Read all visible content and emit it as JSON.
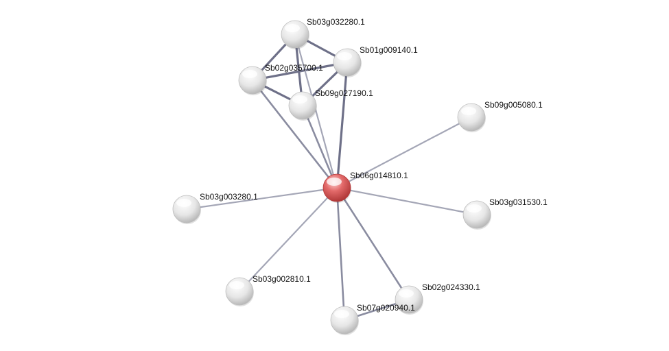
{
  "network": {
    "nodes": [
      {
        "id": "center",
        "label": "Sb06g014810.1",
        "highlight": true
      },
      {
        "id": "n1",
        "label": "Sb03g032280.1"
      },
      {
        "id": "n2",
        "label": "Sb01g009140.1"
      },
      {
        "id": "n3",
        "label": "Sb02g035700.1"
      },
      {
        "id": "n4",
        "label": "Sb09g027190.1"
      },
      {
        "id": "n5",
        "label": "Sb09g005080.1"
      },
      {
        "id": "n6",
        "label": "Sb03g003280.1"
      },
      {
        "id": "n7",
        "label": "Sb03g031530.1"
      },
      {
        "id": "n8",
        "label": "Sb03g002810.1"
      },
      {
        "id": "n9",
        "label": "Sb02g024330.1"
      },
      {
        "id": "n10",
        "label": "Sb07g020940.1"
      }
    ],
    "edges": [
      {
        "from": "n1",
        "to": "n2",
        "strength": "strong"
      },
      {
        "from": "n1",
        "to": "n3",
        "strength": "strong"
      },
      {
        "from": "n1",
        "to": "n4",
        "strength": "strong"
      },
      {
        "from": "n2",
        "to": "n3",
        "strength": "strong"
      },
      {
        "from": "n2",
        "to": "n4",
        "strength": "strong"
      },
      {
        "from": "n3",
        "to": "n4",
        "strength": "strong"
      },
      {
        "from": "center",
        "to": "n1",
        "strength": "weak"
      },
      {
        "from": "center",
        "to": "n2",
        "strength": "strong"
      },
      {
        "from": "center",
        "to": "n3",
        "strength": "medium"
      },
      {
        "from": "center",
        "to": "n4",
        "strength": "medium"
      },
      {
        "from": "center",
        "to": "n5",
        "strength": "weak"
      },
      {
        "from": "center",
        "to": "n6",
        "strength": "weak"
      },
      {
        "from": "center",
        "to": "n7",
        "strength": "weak"
      },
      {
        "from": "center",
        "to": "n8",
        "strength": "weak"
      },
      {
        "from": "center",
        "to": "n9",
        "strength": "medium"
      },
      {
        "from": "center",
        "to": "n10",
        "strength": "medium"
      },
      {
        "from": "n10",
        "to": "n9",
        "strength": "medium"
      }
    ],
    "colors": {
      "node_fill": "#eeeeee",
      "node_shade": "#bdbdbd",
      "highlight_fill": "#e36a6a",
      "highlight_shade": "#b53a3a",
      "edge_strong": "#6e7088",
      "edge_medium": "#8a8ca0",
      "edge_weak": "#a4a6b6"
    }
  }
}
